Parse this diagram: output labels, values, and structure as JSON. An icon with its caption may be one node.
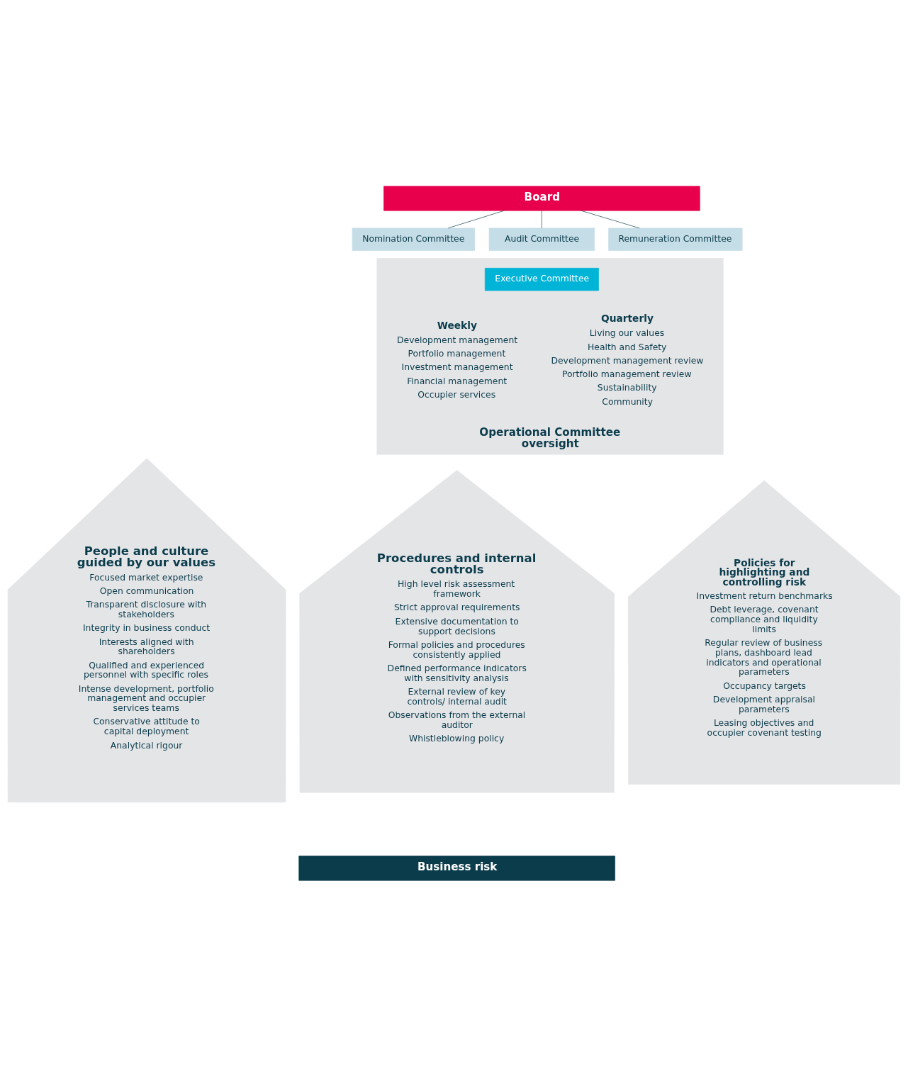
{
  "diagram": {
    "nodes": [
      {
        "text": [
          "Board"
        ]
      },
      {
        "text": [
          "Nomination Committee"
        ]
      },
      {
        "text": [
          "Audit Committee"
        ]
      },
      {
        "text": [
          "Remuneration Committee"
        ]
      },
      {
        "text": [
          "Operational Committee oversight"
        ]
      },
      {
        "text": [
          "Executive Committee"
        ],
        "in": 4
      },
      {
        "text": [
          "Weekly",
          "Development management",
          "Portfolio management",
          "Investment management",
          "Financial management",
          "Occupier services"
        ],
        "in": 4
      },
      {
        "text": [
          "Quarterly",
          "Living our values",
          "Health and Safety",
          "Development management review",
          "Portfolio management review",
          "Sustainability",
          "Community"
        ],
        "in": 4
      },
      {
        "text": [
          "People and culture guided by our values",
          "Focused market expertise",
          "Open communication",
          "Transparent disclosure with stakeholders",
          "Integrity in business conduct",
          "Interests aligned with shareholders",
          "Qualified and experienced personnel with specific roles",
          "Intense development, portfolio management and occupier services teams",
          "Conservative attitude to capital deployment",
          "Analytical rigour"
        ]
      },
      {
        "text": [
          "Procedures and internal controls",
          "High level risk assessment framework",
          "Strict approval requirements",
          "Extensive documentation to support decisions",
          "Formal policies and procedures consistently applied",
          "Defined performance indicators with sensitivity analysis",
          "External review of key controls/ internal audit",
          "Observations from the external auditor",
          "Whistleblowing policy"
        ]
      },
      {
        "text": [
          "Policies for highlighting and controlling risk",
          "Investment return benchmarks",
          "Debt leverage, covenant compliance and liquidity limits",
          "Regular review of business plans, dashboard lead indicators and operational parameters",
          "Occupancy targets",
          "Development appraisal parameters",
          "Leasing objectives and occupier covenant testing"
        ]
      },
      {
        "text": [
          "Business risk"
        ]
      }
    ],
    "edges": [
      {
        "from": 0,
        "to": 1,
        "arrow": "none"
      },
      {
        "from": 0,
        "to": 2,
        "arrow": "none"
      },
      {
        "from": 0,
        "to": 3,
        "arrow": "none"
      }
    ]
  }
}
